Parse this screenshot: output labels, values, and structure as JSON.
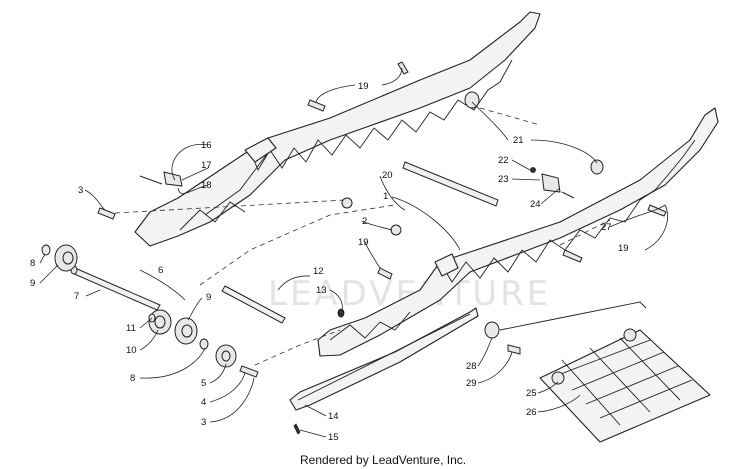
{
  "diagram": {
    "watermark": "LEADVENTURE",
    "credit": "Rendered by LeadVenture, Inc.",
    "callouts": [
      {
        "id": "c1",
        "label": "1"
      },
      {
        "id": "c2",
        "label": "2"
      },
      {
        "id": "c3a",
        "label": "3"
      },
      {
        "id": "c3b",
        "label": "3"
      },
      {
        "id": "c4",
        "label": "4"
      },
      {
        "id": "c5",
        "label": "5"
      },
      {
        "id": "c6",
        "label": "6"
      },
      {
        "id": "c7",
        "label": "7"
      },
      {
        "id": "c8a",
        "label": "8"
      },
      {
        "id": "c8b",
        "label": "8"
      },
      {
        "id": "c9a",
        "label": "9"
      },
      {
        "id": "c9b",
        "label": "9"
      },
      {
        "id": "c10",
        "label": "10"
      },
      {
        "id": "c11",
        "label": "11"
      },
      {
        "id": "c12",
        "label": "12"
      },
      {
        "id": "c13",
        "label": "13"
      },
      {
        "id": "c14",
        "label": "14"
      },
      {
        "id": "c15",
        "label": "15"
      },
      {
        "id": "c16",
        "label": "16"
      },
      {
        "id": "c17",
        "label": "17"
      },
      {
        "id": "c18",
        "label": "18"
      },
      {
        "id": "c19a",
        "label": "19"
      },
      {
        "id": "c19b",
        "label": "19"
      },
      {
        "id": "c19c",
        "label": "19"
      },
      {
        "id": "c20",
        "label": "20"
      },
      {
        "id": "c21",
        "label": "21"
      },
      {
        "id": "c22",
        "label": "22"
      },
      {
        "id": "c23",
        "label": "23"
      },
      {
        "id": "c24",
        "label": "24"
      },
      {
        "id": "c25",
        "label": "25"
      },
      {
        "id": "c26",
        "label": "26"
      },
      {
        "id": "c27",
        "label": "27"
      },
      {
        "id": "c28",
        "label": "28"
      },
      {
        "id": "c29",
        "label": "29"
      }
    ]
  }
}
